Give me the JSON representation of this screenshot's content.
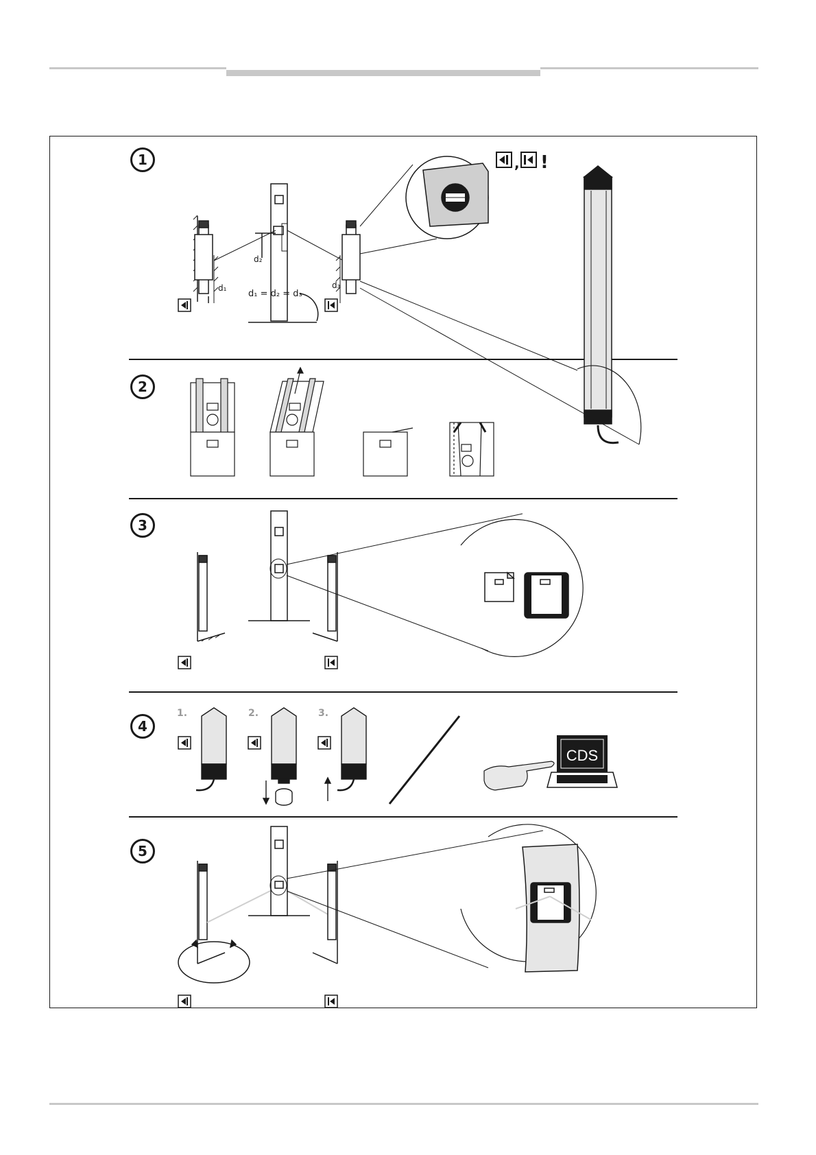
{
  "steps": [
    {
      "number": "1",
      "formula": "d₁ = d₂ = d₃",
      "labels": [
        "d₁",
        "d₂",
        "d₃"
      ]
    },
    {
      "number": "2"
    },
    {
      "number": "3"
    },
    {
      "number": "4",
      "substeps": [
        "1.",
        "2.",
        "3."
      ],
      "software_label": "CDS"
    },
    {
      "number": "5"
    }
  ],
  "icons": {
    "sender": "sender-icon",
    "receiver": "receiver-icon",
    "exclamation": "!"
  },
  "colors": {
    "line": "#1a1a1a",
    "rule": "#c8c8c8",
    "gray_fill": "#cfcfcf"
  }
}
